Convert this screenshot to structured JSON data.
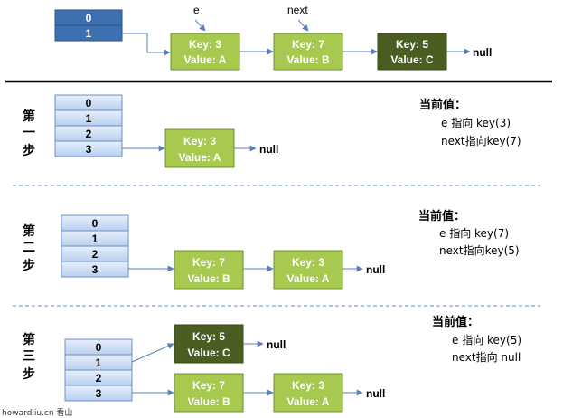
{
  "colors": {
    "table_blue_dark": "#3e6fb0",
    "table_blue_light": "#cfe0f6",
    "node_light_green": "#a7c94f",
    "node_dark_green": "#4b5e21",
    "node_border": "#6f8f2c",
    "arrow": "#5a7fb4",
    "divider_dashed": "#5b8bc9"
  },
  "top": {
    "table": [
      "0",
      "1"
    ],
    "pointer_e": "e",
    "pointer_next": "next",
    "nodes": [
      {
        "key": "Key: 3",
        "value": "Value: A"
      },
      {
        "key": "Key: 7",
        "value": "Value: B"
      },
      {
        "key": "Key: 5",
        "value": "Value: C"
      }
    ],
    "null": "null"
  },
  "steps": [
    {
      "label": [
        "第",
        "一",
        "步"
      ],
      "table": [
        "0",
        "1",
        "2",
        "3"
      ],
      "nodes": [
        {
          "key": "Key: 3",
          "value": "Value: A"
        }
      ],
      "null": "null",
      "info_title": "当前值：",
      "info_lines": [
        "e 指向 key(3)",
        "next指向key(7)"
      ]
    },
    {
      "label": [
        "第",
        "二",
        "步"
      ],
      "table": [
        "0",
        "1",
        "2",
        "3"
      ],
      "nodes": [
        {
          "key": "Key: 7",
          "value": "Value: B"
        },
        {
          "key": "Key: 3",
          "value": "Value: A"
        }
      ],
      "null": "null",
      "info_title": "当前值：",
      "info_lines": [
        "e 指向 key(7)",
        "next指向key(5)"
      ]
    },
    {
      "label": [
        "第",
        "三",
        "步"
      ],
      "table": [
        "0",
        "1",
        "2",
        "3"
      ],
      "nodes_upper": [
        {
          "key": "Key: 5",
          "value": "Value: C"
        }
      ],
      "nodes_lower": [
        {
          "key": "Key: 7",
          "value": "Value: B"
        },
        {
          "key": "Key: 3",
          "value": "Value: A"
        }
      ],
      "null_upper": "null",
      "null_lower": "null",
      "info_title": "当前值：",
      "info_lines": [
        "e 指向 key(5)",
        "next指向 null"
      ]
    }
  ],
  "watermark": "howardliu.cn 看山"
}
